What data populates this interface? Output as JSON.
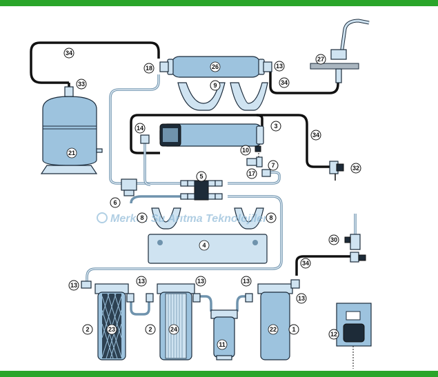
{
  "watermark": "Merkez Su Arıtma Teknolojileri",
  "colors": {
    "frame": "#2aa52a",
    "housing": "#9dc3de",
    "pipe": "#6f93ad",
    "tube": "#111111"
  },
  "labels": {
    "n1": "1",
    "n2a": "2",
    "n2b": "2",
    "n3": "3",
    "n4": "4",
    "n5": "5",
    "n6": "6",
    "n7": "7",
    "n8a": "8",
    "n8b": "8",
    "n9": "9",
    "n10": "10",
    "n11": "11",
    "n12": "12",
    "n13a": "13",
    "n13b": "13",
    "n13c": "13",
    "n13d": "13",
    "n13e": "13",
    "n13f": "13",
    "n13g": "13",
    "n14": "14",
    "n17": "17",
    "n18": "18",
    "n21": "21",
    "n22": "22",
    "n23": "23",
    "n24": "24",
    "n26": "26",
    "n27": "27",
    "n30": "30",
    "n32": "32",
    "n33": "33",
    "n34a": "34",
    "n34b": "34",
    "n34c": "34",
    "n34d": "34"
  }
}
